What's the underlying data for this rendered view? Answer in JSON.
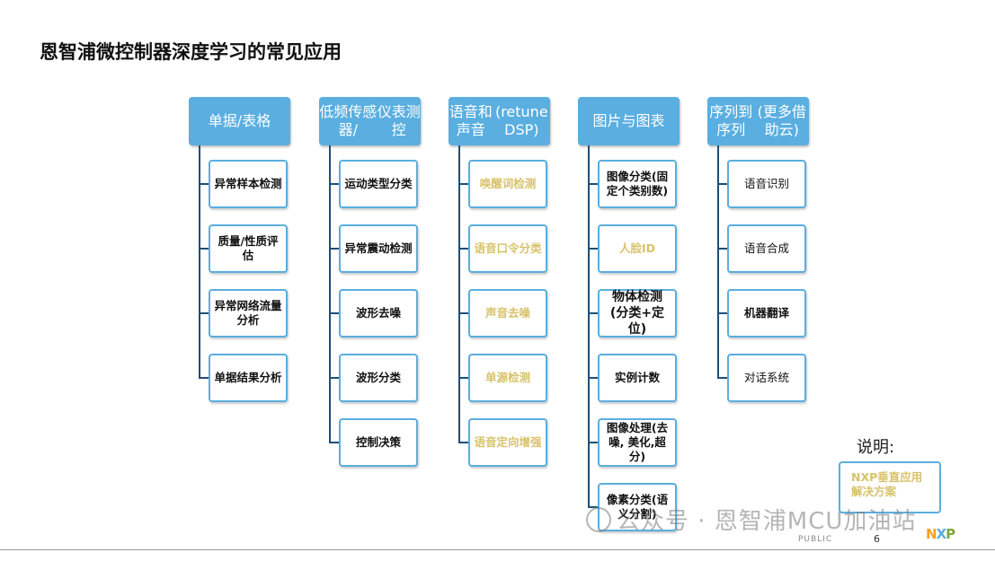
{
  "title": "恩智浦微控制器深度学习的常见应用",
  "colors": {
    "bar": [
      "#f7a21b",
      "#a89238",
      "#7fb3d5",
      "#7ea83f",
      "#c9d43a"
    ],
    "header": "#5aaee0",
    "connector": "#1f4f78",
    "vertical_text": "#d8c26a"
  },
  "columns": [
    {
      "header": [
        "单据/表格"
      ],
      "items": [
        {
          "text": [
            "异常样本检测"
          ],
          "style": "normal"
        },
        {
          "text": [
            "质量/性质评",
            "估"
          ],
          "style": "normal"
        },
        {
          "text": [
            "异常网络流量",
            "分析"
          ],
          "style": "normal"
        },
        {
          "text": [
            "单据结果分析"
          ],
          "style": "normal"
        }
      ]
    },
    {
      "header": [
        "低频传感器/",
        "仪表测控"
      ],
      "items": [
        {
          "text": [
            "运动类型分类"
          ],
          "style": "normal"
        },
        {
          "text": [
            "异常震动检测"
          ],
          "style": "normal"
        },
        {
          "text": [
            "波形去噪"
          ],
          "style": "normal"
        },
        {
          "text": [
            "波形分类"
          ],
          "style": "normal"
        },
        {
          "text": [
            "控制决策"
          ],
          "style": "normal"
        }
      ]
    },
    {
      "header": [
        "语音和声音",
        "(retune DSP)"
      ],
      "items": [
        {
          "text": [
            "唤醒词检测"
          ],
          "style": "vertical"
        },
        {
          "text": [
            "语音口令分类"
          ],
          "style": "vertical"
        },
        {
          "text": [
            "声音去噪"
          ],
          "style": "vertical"
        },
        {
          "text": [
            "单源检测"
          ],
          "style": "vertical"
        },
        {
          "text": [
            "语音定向增强"
          ],
          "style": "vertical"
        }
      ]
    },
    {
      "header": [
        "图片与图表"
      ],
      "items": [
        {
          "text": [
            "图像分类(固",
            "定个类别数)"
          ],
          "style": "normal"
        },
        {
          "text": [
            "人脸ID"
          ],
          "style": "vertical"
        },
        {
          "text": [
            "物体检测",
            "(分类+定位)"
          ],
          "style": "big"
        },
        {
          "text": [
            "实例计数"
          ],
          "style": "normal"
        },
        {
          "text": [
            "图像处理(去",
            "噪, 美化,超分)"
          ],
          "style": "normal"
        },
        {
          "text": [
            "像素分类(语",
            "义分割)"
          ],
          "style": "normal"
        }
      ]
    },
    {
      "header": [
        "序列到序列",
        "(更多借助云)"
      ],
      "items": [
        {
          "text": [
            "语音识别"
          ],
          "style": "plain"
        },
        {
          "text": [
            "语音合成"
          ],
          "style": "plain"
        },
        {
          "text": [
            "机器翻译"
          ],
          "style": "normal"
        },
        {
          "text": [
            "对话系统"
          ],
          "style": "plain"
        }
      ]
    }
  ],
  "note": {
    "label": "说明:",
    "lines": [
      "NXP垂直应用",
      "解决方案"
    ]
  },
  "watermark": "公众号 · 恩智浦MCU加油站",
  "footer": {
    "classification": "PUBLIC",
    "page": "6",
    "logo": "NXP"
  }
}
